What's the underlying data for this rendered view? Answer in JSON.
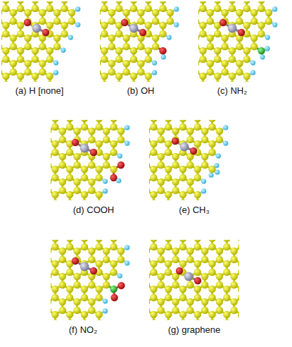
{
  "diagram": {
    "labels": [
      "(a) H [none]",
      "(b) OH",
      "(c) NH₂",
      "(d) COOH",
      "(e) CH₃",
      "(f) NO₂",
      "(g) graphene"
    ]
  }
}
